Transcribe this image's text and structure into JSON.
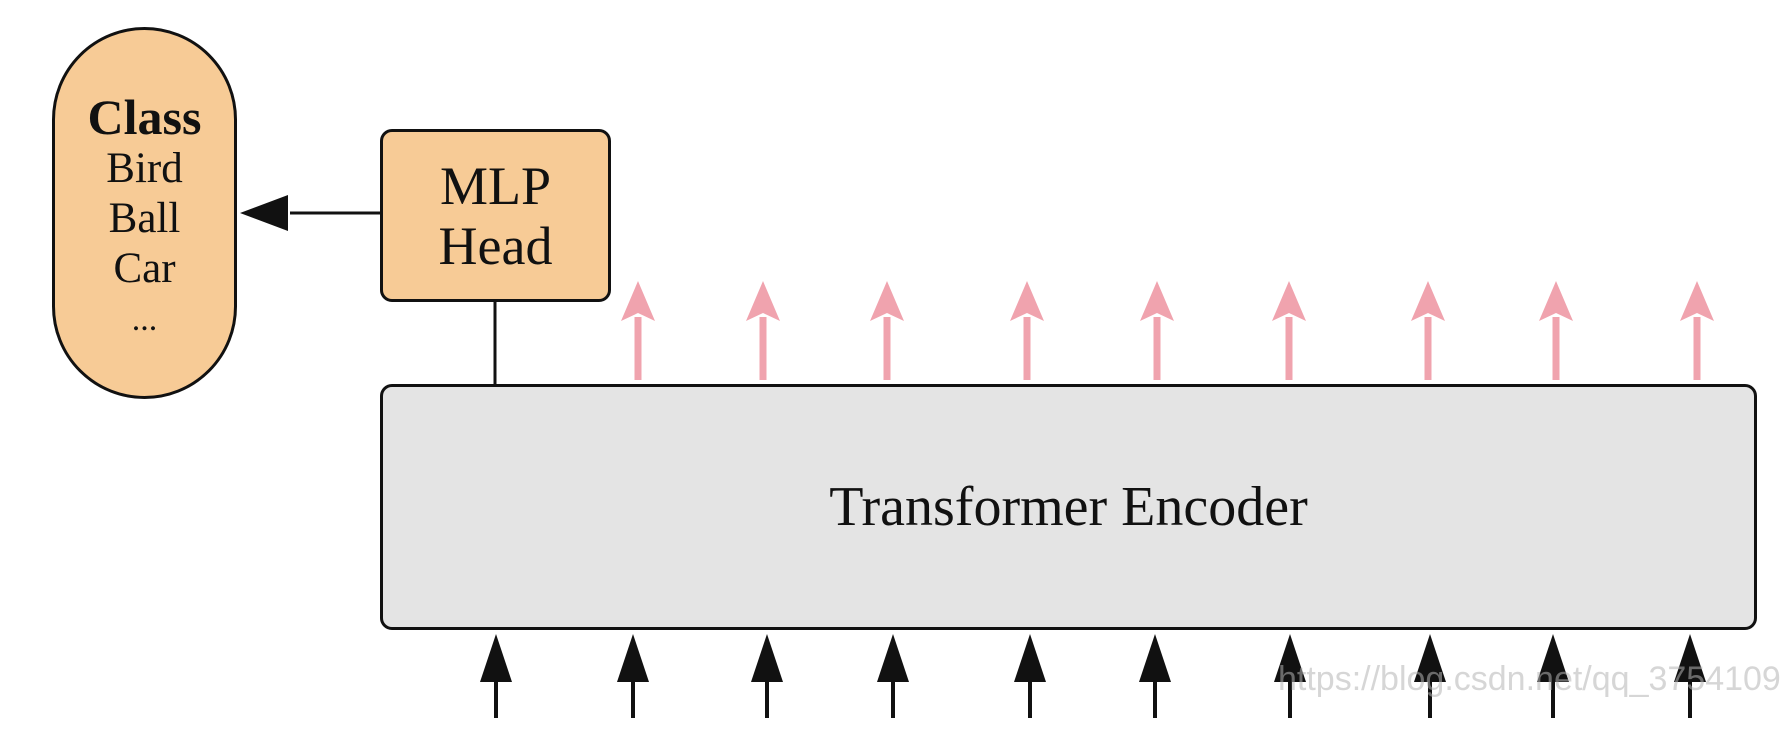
{
  "diagram": {
    "class_node": {
      "title": "Class",
      "items": [
        "Bird",
        "Ball",
        "Car"
      ],
      "ellipsis": "..."
    },
    "mlp_head": {
      "line1": "MLP",
      "line2": "Head"
    },
    "encoder": {
      "label": "Transformer Encoder"
    },
    "output_arrow_count": 9,
    "input_arrow_count": 10,
    "colors": {
      "head_fill": "#f7cb96",
      "encoder_fill": "#e4e4e4",
      "stroke": "#111111",
      "output_arrow": "#f0a3ae",
      "input_arrow": "#111111"
    }
  },
  "watermark": "https://blog.csdn.net/qq_3754109"
}
